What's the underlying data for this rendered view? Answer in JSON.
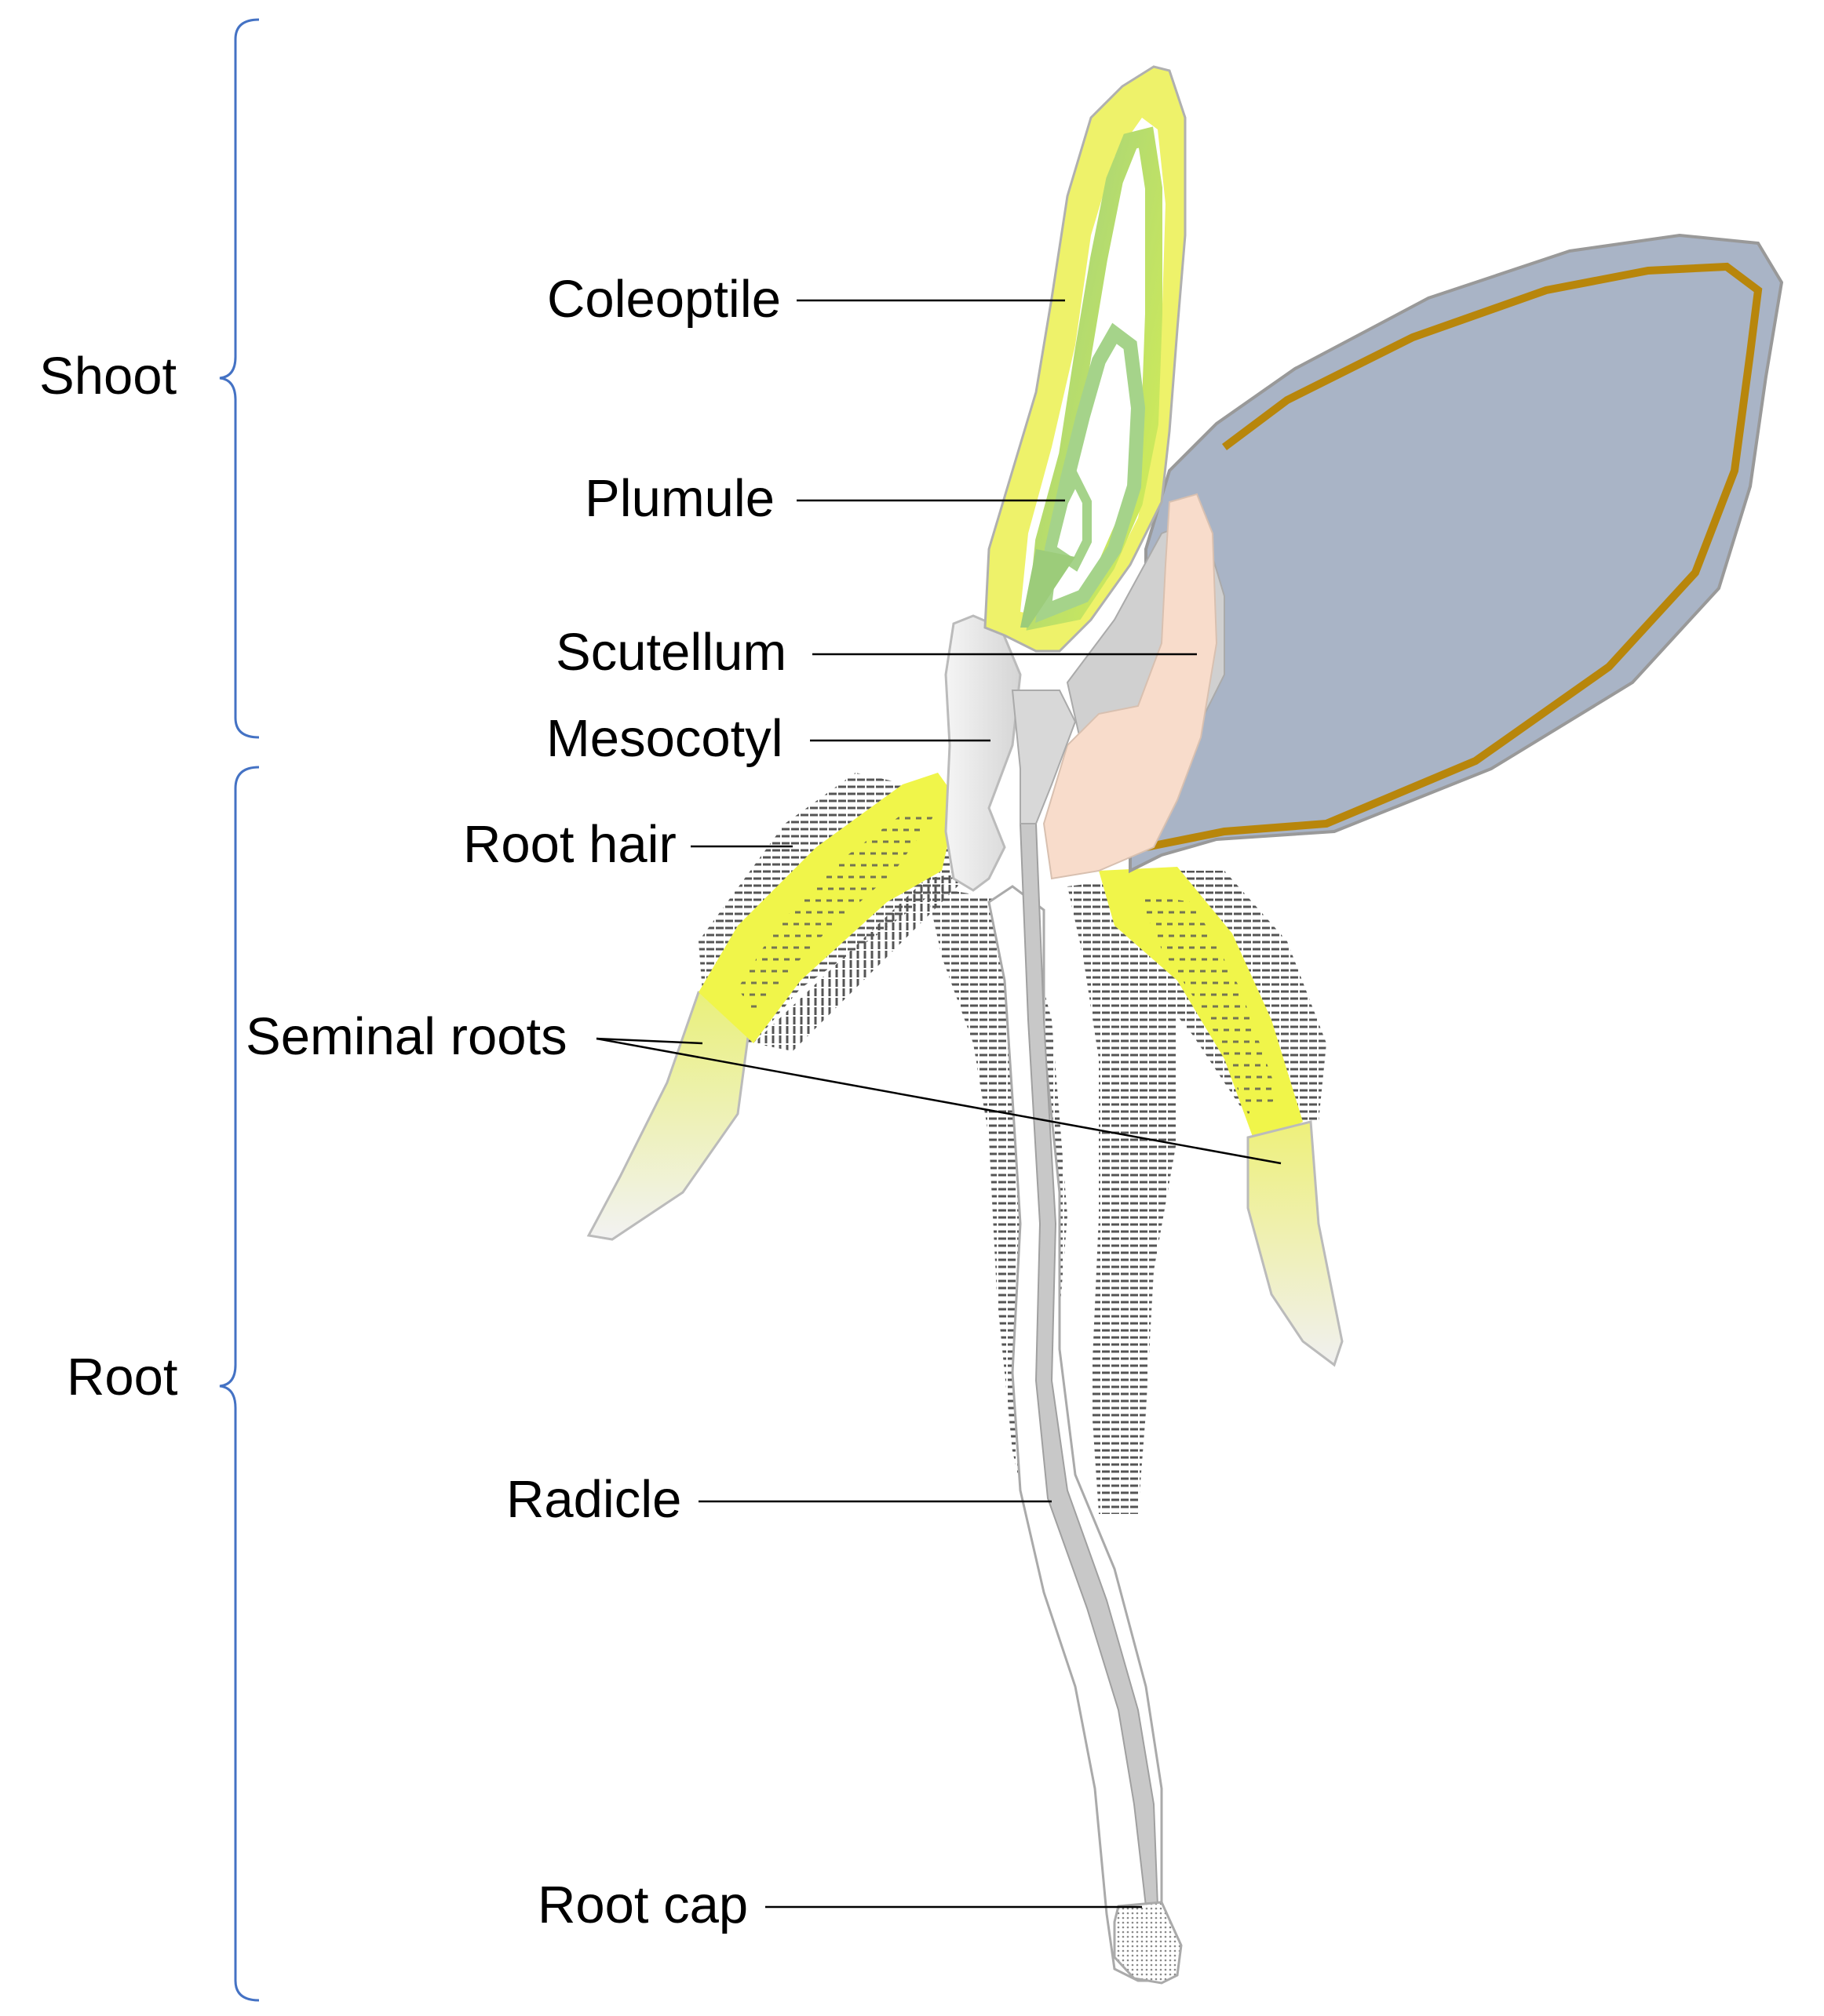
{
  "groups": {
    "shoot": "Shoot",
    "root": "Root"
  },
  "labels": {
    "coleoptile": "Coleoptile",
    "plumule": "Plumule",
    "scutellum": "Scutellum",
    "mesocotyl": "Mesocotyl",
    "root_hair": "Root hair",
    "seminal_roots": "Seminal roots",
    "radicle": "Radicle",
    "root_cap": "Root cap"
  },
  "colors": {
    "coleoptile": "#f5f500",
    "plumule": "#9ccc7a",
    "seed": "#a9b4c6",
    "seed_outline": "#b8860b",
    "scutellum": "#f8dccb",
    "mesocotyl": "#e8e8e8",
    "seminal_root": "#f0f55a",
    "root_hair": "#555555",
    "brace": "#4472c4"
  }
}
